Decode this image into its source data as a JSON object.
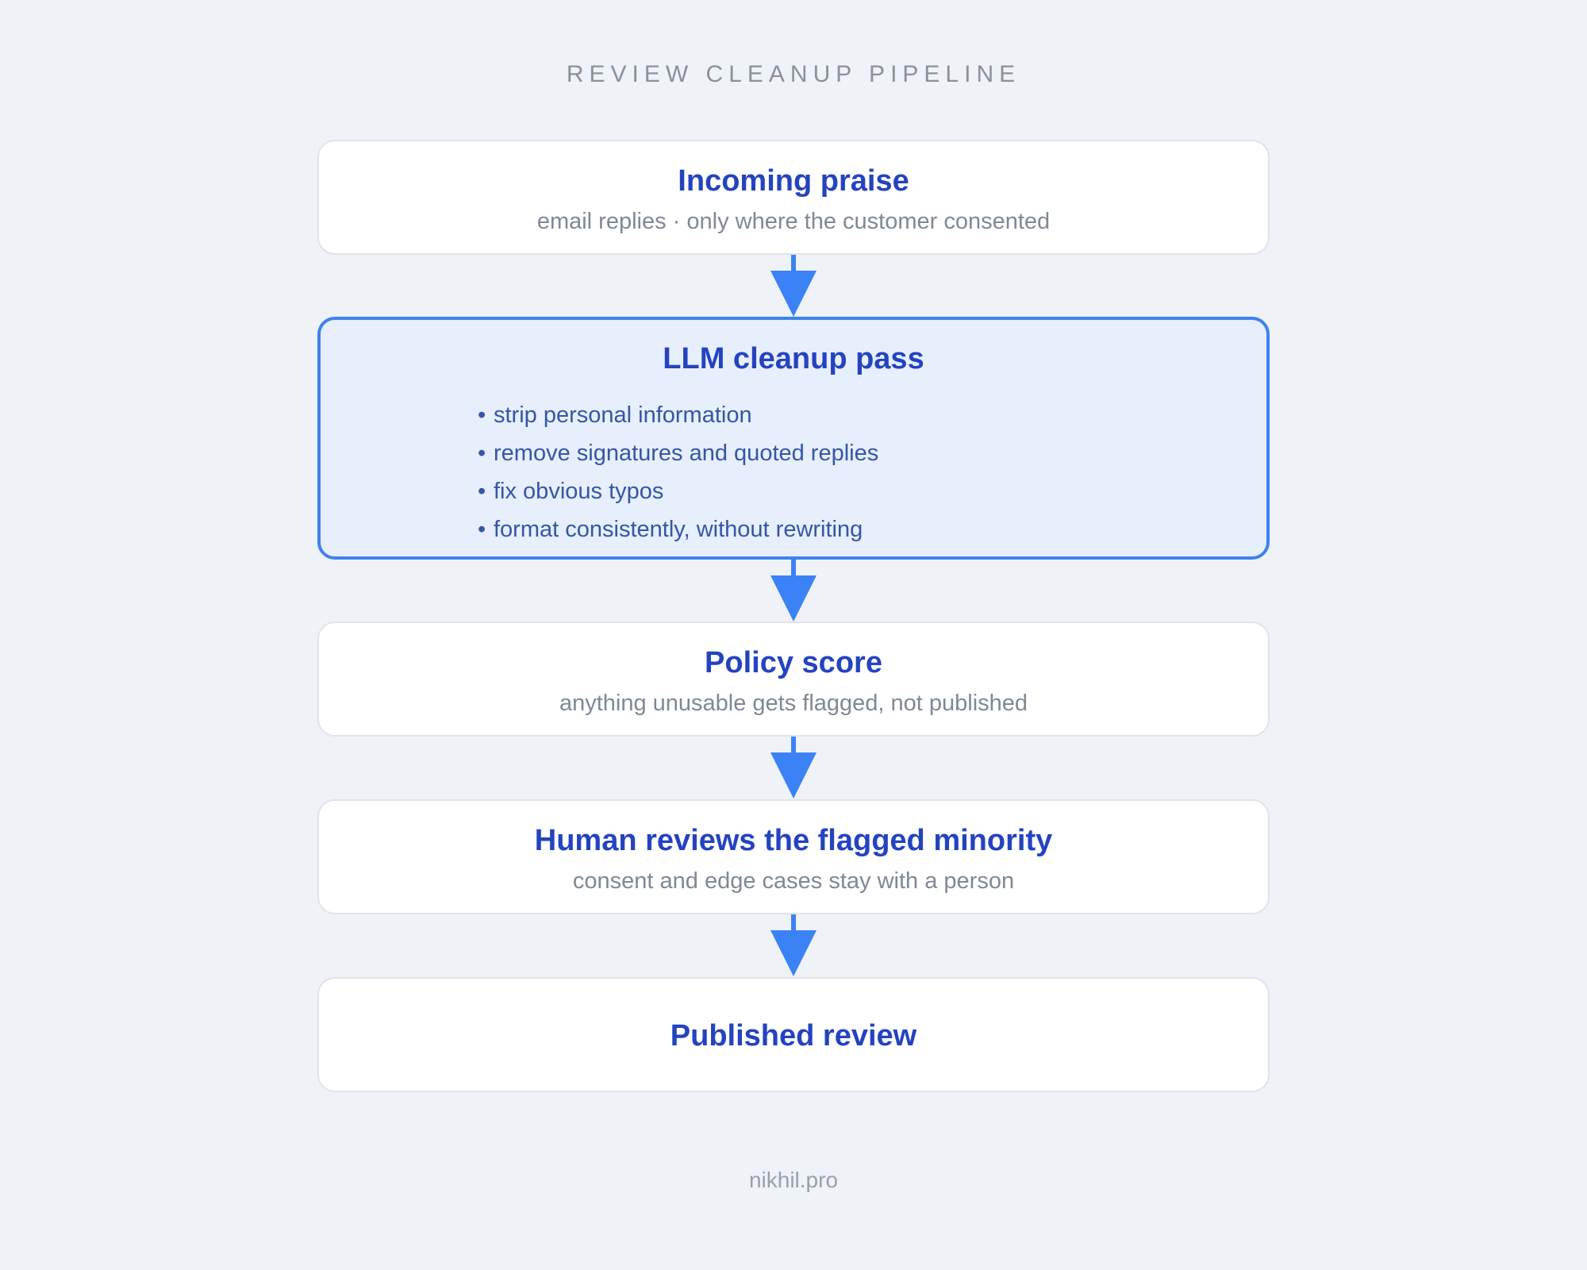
{
  "title": "REVIEW CLEANUP PIPELINE",
  "steps": [
    {
      "title": "Incoming praise",
      "subtitle": "email replies · only where the customer consented"
    },
    {
      "title": "LLM cleanup pass",
      "bullets": [
        "strip personal information",
        "remove signatures and quoted replies",
        "fix obvious typos",
        "format consistently, without rewriting"
      ]
    },
    {
      "title": "Policy score",
      "subtitle": "anything unusable gets flagged, not published"
    },
    {
      "title": "Human reviews the flagged minority",
      "subtitle": "consent and edge cases stay with a person"
    },
    {
      "title": "Published review"
    }
  ],
  "footer": "nikhil.pro",
  "colors": {
    "accent": "#3b82f6",
    "title_text": "#2443c0",
    "highlight_fill": "#e7effc",
    "background": "#eff2f6"
  },
  "icons": {
    "connector": "arrow-down-icon"
  }
}
